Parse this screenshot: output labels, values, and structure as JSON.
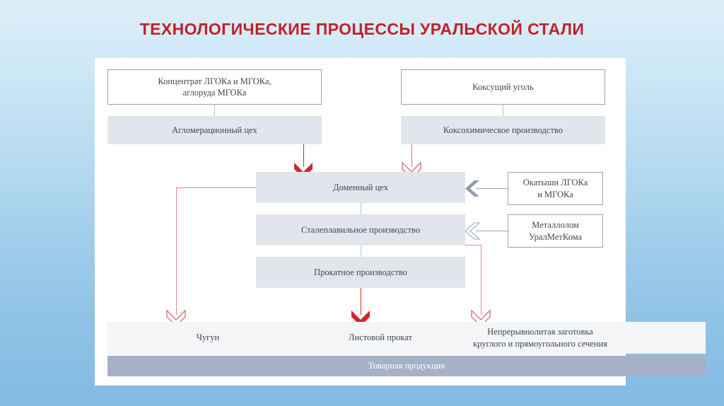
{
  "slide": {
    "title": "ТЕХНОЛОГИЧЕСКИЕ ПРОЦЕССЫ УРАЛЬСКОЙ СТАЛИ"
  },
  "colors": {
    "title_red": "#c0212b",
    "arrow_red": "#d8232f",
    "arrow_red_outline": "#e1717c",
    "arrow_gray": "#8e9cae",
    "box_fill": "#e2e6ec",
    "box_border": "#91a4bd",
    "band_fill": "#a4b1c7",
    "text": "#3e4750",
    "panel": "#ffffff"
  },
  "diagram": {
    "inputs": [
      {
        "id": "concentrate",
        "label": "Концентрат ЛГОКа и МГОКа,\nаглоруда МГОКа"
      },
      {
        "id": "coking-coal",
        "label": "Коксущий уголь"
      }
    ],
    "preparation": [
      {
        "id": "sinter-shop",
        "label": "Агломерационный цех"
      },
      {
        "id": "coke-chemical",
        "label": "Коксохимическое производство"
      }
    ],
    "main_chain": [
      {
        "id": "blast-furnace",
        "label": "Доменный цех"
      },
      {
        "id": "steelmaking",
        "label": "Сталеплавильное производство"
      },
      {
        "id": "rolling",
        "label": "Прокатное производство"
      }
    ],
    "side_inputs": [
      {
        "id": "pellets",
        "label": "Окатыши ЛГОКа\nи МГОКа"
      },
      {
        "id": "scrap",
        "label": "Металлолом\nУралМетКома"
      }
    ],
    "outputs": [
      {
        "id": "pig-iron",
        "label": "Чугун"
      },
      {
        "id": "sheet-rolled",
        "label": "Листовой прокат"
      },
      {
        "id": "continuous-cast",
        "label": "Непрерывнолитая заготовка\nкруглого и прямоугольного сечения"
      }
    ],
    "final_band": {
      "id": "commodity-output",
      "label": "Товарная продукция"
    }
  }
}
